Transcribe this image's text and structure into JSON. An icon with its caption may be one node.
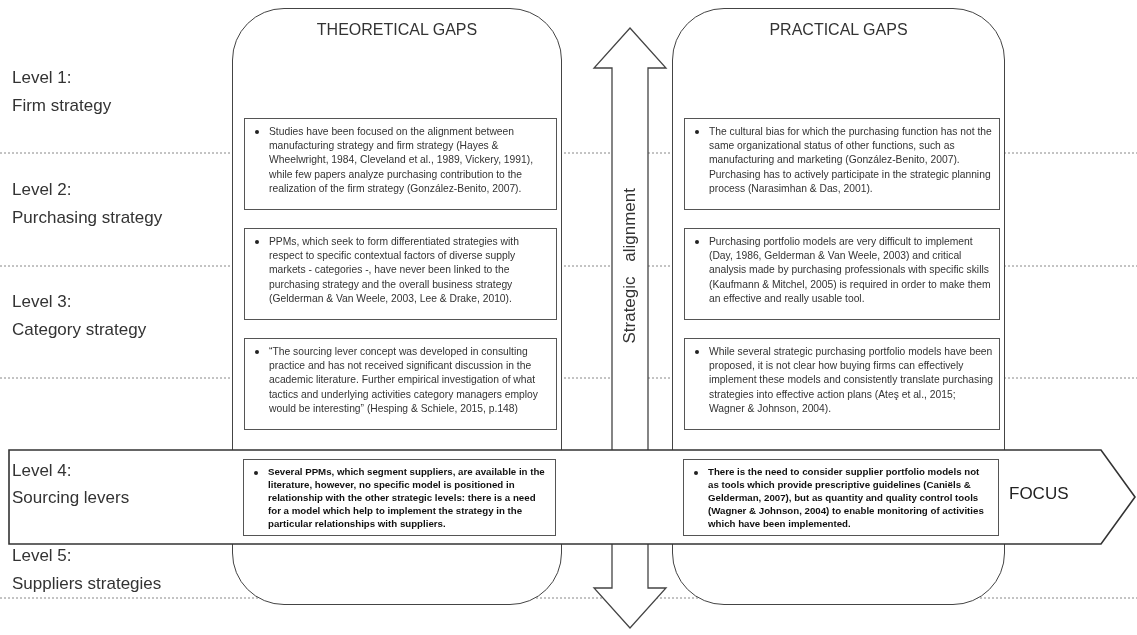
{
  "diagram": {
    "nodes": [
      {
        "text": [
          "THEORETICAL GAPS"
        ]
      },
      {
        "text": [
          "Studies have been focused on the alignment between manufacturing strategy and firm strategy (Hayes & Wheelwright, 1984, Cleveland et al., 1989, Vickery, 1991), while few papers analyze purchasing contribution to the realization of the firm strategy (González-Benito, 2007)."
        ],
        "in": 0
      },
      {
        "text": [
          "PPMs, which seek to form differentiated strategies with respect to specific contextual factors of diverse supply markets - categories -, have never been linked to the purchasing strategy and the overall business strategy (Gelderman & Van Weele, 2003, Lee & Drake, 2010)."
        ],
        "in": 0
      },
      {
        "text": [
          "“The sourcing lever concept was developed in consulting practice and has not received significant discussion in the academic literature. Further empirical investigation of what tactics and underlying activities category managers employ would be interesting” (Hesping & Schiele, 2015, p.148)"
        ],
        "in": 0
      },
      {
        "text": [
          "Strategic alignment"
        ]
      },
      {
        "text": [
          "PRACTICAL GAPS"
        ]
      },
      {
        "text": [
          "The cultural bias for which the purchasing function has not the same organizational status of other functions, such as manufacturing and marketing (González-Benito, 2007). Purchasing has to actively participate in the strategic planning process (Narasimhan & Das, 2001)."
        ],
        "in": 5
      },
      {
        "text": [
          "Purchasing portfolio models are very difficult to implement (Day, 1986, Gelderman & Van Weele, 2003) and critical analysis made by purchasing professionals with specific skills (Kaufmann & Mitchel, 2005) is required in order to make them an effective and really usable tool."
        ],
        "in": 5
      },
      {
        "text": [
          "While several strategic purchasing portfolio models have been proposed, it is not clear how buying firms can effectively implement these models and consistently translate purchasing strategies into effective action plans (Ateş et al., 2015; Wagner & Johnson, 2004)."
        ],
        "in": 5
      },
      {
        "text": [
          "FOCUS"
        ]
      },
      {
        "text": [
          "Several PPMs, which segment suppliers, are available in the literature, however, no specific model is positioned in relationship with the other strategic levels: there is a need for a model which help to implement the strategy in the particular relationships with suppliers."
        ]
      },
      {
        "text": [
          "There is the need to consider supplier portfolio models not as tools which provide prescriptive guidelines (Caniëls & Gelderman, 2007), but as quantity and quality control tools (Wagner & Johnson, 2004) to enable monitoring of activities which have been implemented."
        ]
      }
    ],
    "labels": [
      "Level 1:",
      "Firm strategy",
      "Level 2:",
      "Purchasing strategy",
      "Level 3:",
      "Category strategy",
      "Level 4:",
      "Sourcing levers",
      "Level 5:",
      "Suppliers strategies"
    ]
  }
}
